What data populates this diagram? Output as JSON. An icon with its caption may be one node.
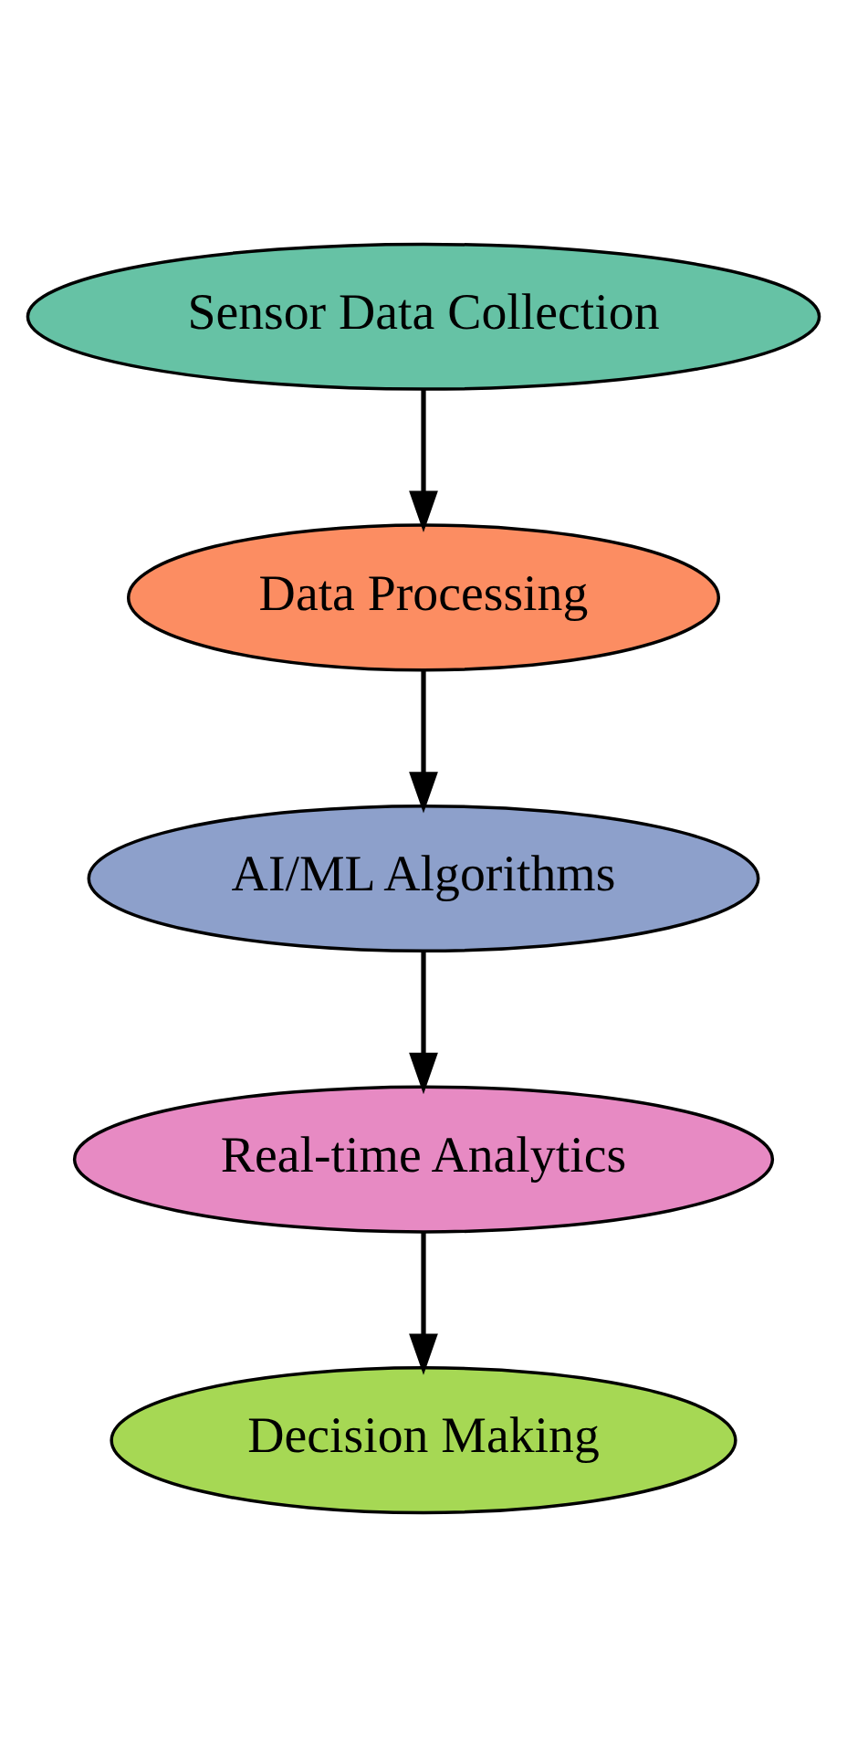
{
  "diagram": {
    "nodes": [
      {
        "text": [
          "Sensor Data Collection"
        ]
      },
      {
        "text": [
          "Data Processing"
        ]
      },
      {
        "text": [
          "AI/ML Algorithms"
        ]
      },
      {
        "text": [
          "Real-time Analytics"
        ]
      },
      {
        "text": [
          "Decision Making"
        ]
      }
    ],
    "edges": [
      {
        "from": 0,
        "to": 1,
        "arrow": "to"
      },
      {
        "from": 1,
        "to": 2,
        "arrow": "to"
      },
      {
        "from": 2,
        "to": 3,
        "arrow": "to"
      },
      {
        "from": 3,
        "to": 4,
        "arrow": "to"
      }
    ]
  }
}
